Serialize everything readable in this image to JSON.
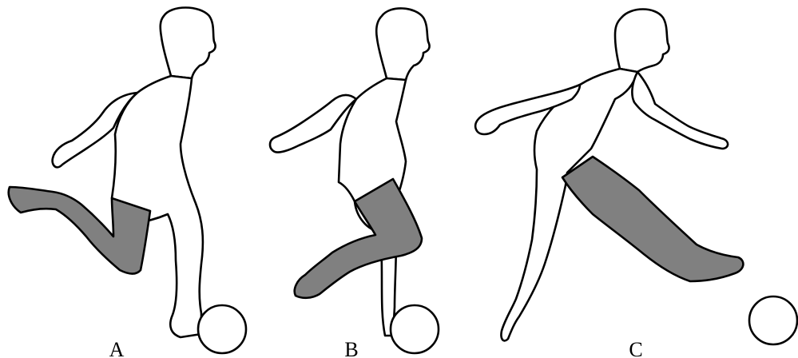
{
  "colors": {
    "background": "#ffffff",
    "outline": "#000000",
    "kicking_leg": "#808080"
  },
  "panels": [
    {
      "label": "A"
    },
    {
      "label": "B"
    },
    {
      "label": "C"
    }
  ]
}
